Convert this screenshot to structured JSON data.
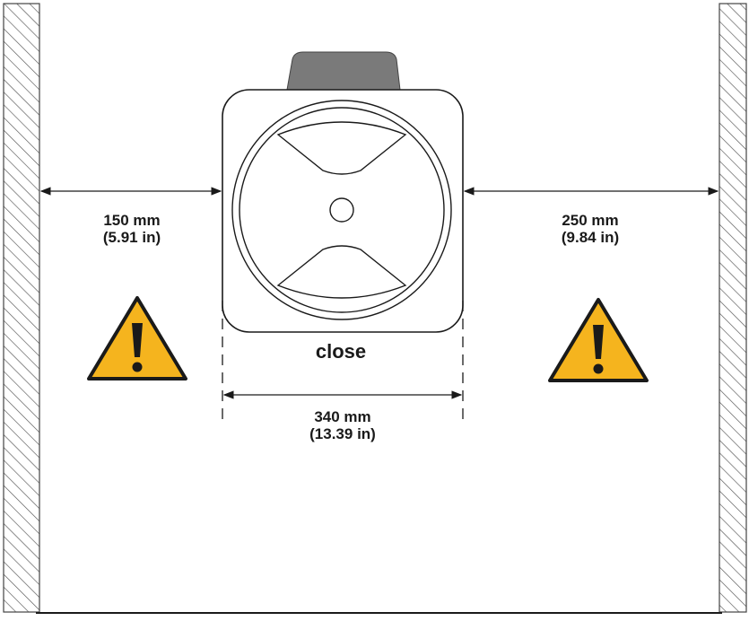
{
  "dimensions": {
    "left_clearance": {
      "metric": "150 mm",
      "imperial": "(5.91 in)"
    },
    "right_clearance": {
      "metric": "250 mm",
      "imperial": "(9.84 in)"
    },
    "device_width": {
      "metric": "340 mm",
      "imperial": "(13.39 in)"
    }
  },
  "labels": {
    "state": "close"
  },
  "icons": {
    "left_warning": "warning-triangle-icon",
    "right_warning": "warning-triangle-icon"
  },
  "colors": {
    "warning_fill": "#f5b41e",
    "outline": "#1a1a1a",
    "handle": "#7a7a7a",
    "hatch": "#555555"
  }
}
